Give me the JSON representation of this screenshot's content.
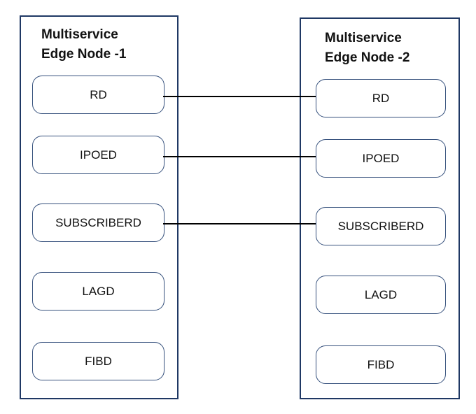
{
  "diagram": {
    "type": "block-diagram",
    "background_color": "#ffffff",
    "colors": {
      "outer_box_border": "#1f3864",
      "inner_box_border": "#35507c",
      "connector_line": "#000000",
      "text": "#111111"
    },
    "nodes": [
      {
        "title_line1": "Multiservice",
        "title_line2": "Edge Node -1",
        "modules": [
          "RD",
          "IPOED",
          "SUBSCRIBERD",
          "LAGD",
          "FIBD"
        ]
      },
      {
        "title_line1": "Multiservice",
        "title_line2": "Edge Node -2",
        "modules": [
          "RD",
          "IPOED",
          "SUBSCRIBERD",
          "LAGD",
          "FIBD"
        ]
      }
    ],
    "connections": [
      {
        "from_node": "Multiservice Edge Node -1",
        "to_node": "Multiservice Edge Node -2",
        "module": "RD"
      },
      {
        "from_node": "Multiservice Edge Node -1",
        "to_node": "Multiservice Edge Node -2",
        "module": "IPOED"
      },
      {
        "from_node": "Multiservice Edge Node -1",
        "to_node": "Multiservice Edge Node -2",
        "module": "SUBSCRIBERD"
      }
    ]
  }
}
